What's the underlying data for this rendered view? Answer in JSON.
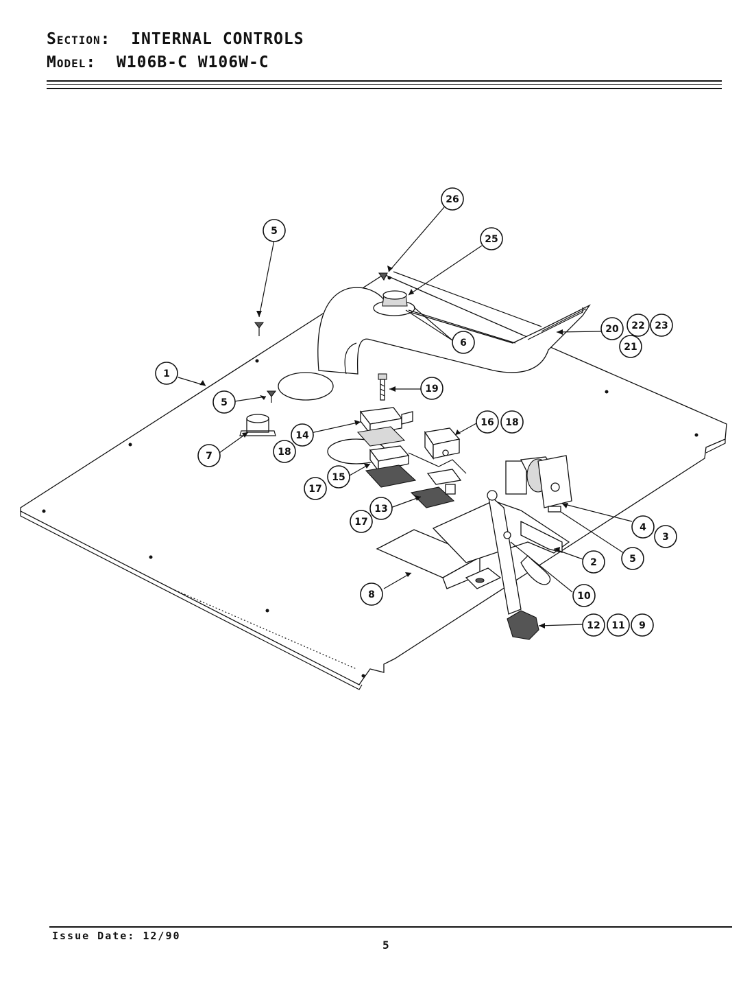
{
  "header": {
    "section_label": "Section:",
    "section_value": "INTERNAL CONTROLS",
    "model_label": "Model:",
    "model_value": "W106B-C   W106W-C"
  },
  "callouts": [
    {
      "id": "c26",
      "label": "26"
    },
    {
      "id": "c25",
      "label": "25"
    },
    {
      "id": "c5a",
      "label": "5"
    },
    {
      "id": "c6",
      "label": "6"
    },
    {
      "id": "c20",
      "label": "20"
    },
    {
      "id": "c22",
      "label": "22"
    },
    {
      "id": "c23",
      "label": "23"
    },
    {
      "id": "c21",
      "label": "21"
    },
    {
      "id": "c1",
      "label": "1"
    },
    {
      "id": "c19",
      "label": "19"
    },
    {
      "id": "c5b",
      "label": "5"
    },
    {
      "id": "c16",
      "label": "16"
    },
    {
      "id": "c18a",
      "label": "18"
    },
    {
      "id": "c14",
      "label": "14"
    },
    {
      "id": "c7",
      "label": "7"
    },
    {
      "id": "c18b",
      "label": "18"
    },
    {
      "id": "c15",
      "label": "15"
    },
    {
      "id": "c17a",
      "label": "17"
    },
    {
      "id": "c13",
      "label": "13"
    },
    {
      "id": "c17b",
      "label": "17"
    },
    {
      "id": "c4",
      "label": "4"
    },
    {
      "id": "c3",
      "label": "3"
    },
    {
      "id": "c5c",
      "label": "5"
    },
    {
      "id": "c2",
      "label": "2"
    },
    {
      "id": "c8",
      "label": "8"
    },
    {
      "id": "c10",
      "label": "10"
    },
    {
      "id": "c12",
      "label": "12"
    },
    {
      "id": "c11",
      "label": "11"
    },
    {
      "id": "c9",
      "label": "9"
    }
  ],
  "footer": {
    "issue_date": "Issue Date: 12/90",
    "page_number": "5"
  }
}
